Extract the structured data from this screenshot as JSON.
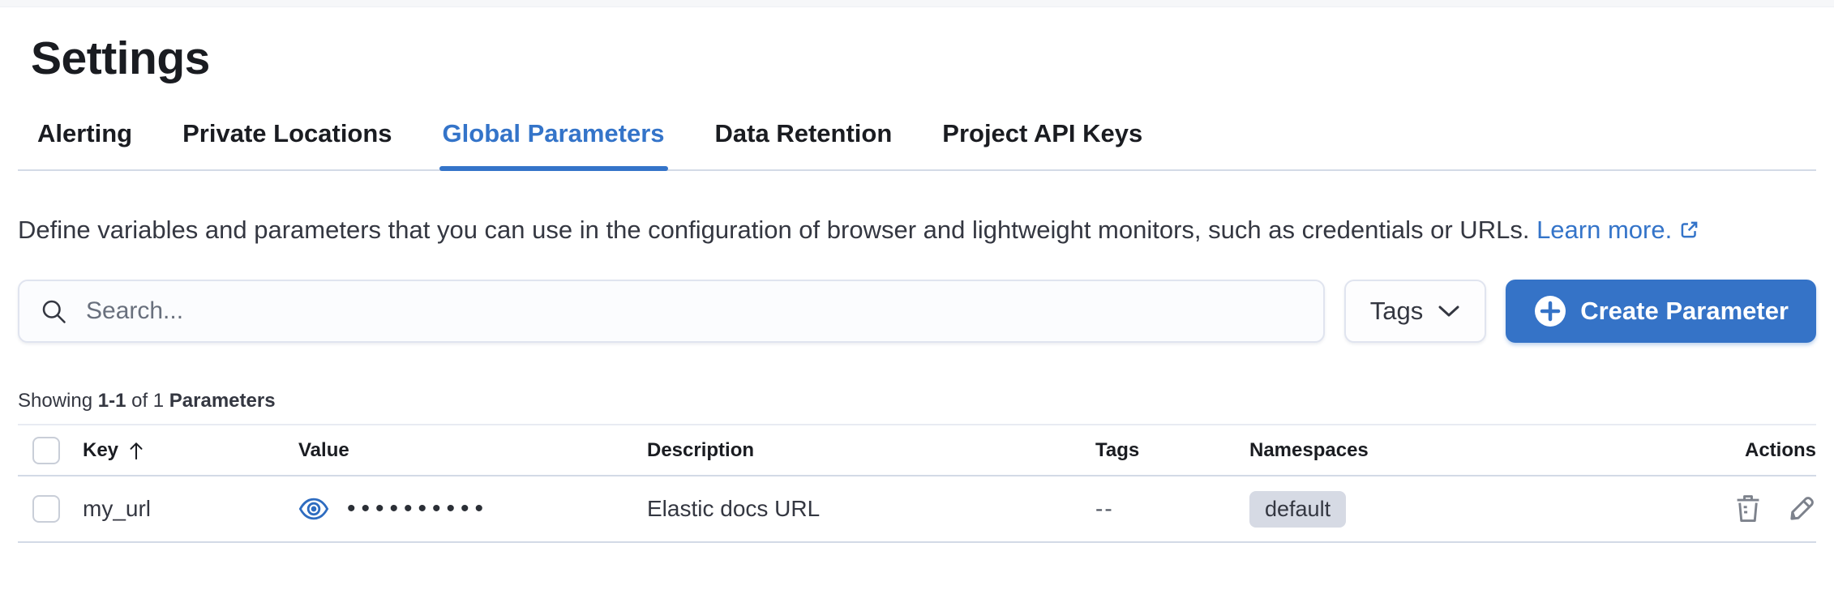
{
  "page": {
    "title": "Settings"
  },
  "tabs": [
    {
      "label": "Alerting",
      "active": false
    },
    {
      "label": "Private Locations",
      "active": false
    },
    {
      "label": "Global Parameters",
      "active": true
    },
    {
      "label": "Data Retention",
      "active": false
    },
    {
      "label": "Project API Keys",
      "active": false
    }
  ],
  "description": {
    "text": "Define variables and parameters that you can use in the configuration of browser and lightweight monitors, such as credentials or URLs.",
    "link_label": "Learn more."
  },
  "toolbar": {
    "search_placeholder": "Search...",
    "tags_label": "Tags",
    "create_label": "Create Parameter"
  },
  "summary": {
    "prefix": "Showing",
    "range": "1-1",
    "of": "of 1",
    "entity": "Parameters"
  },
  "table": {
    "columns": {
      "key": "Key",
      "value": "Value",
      "description": "Description",
      "tags": "Tags",
      "namespaces": "Namespaces",
      "actions": "Actions"
    },
    "rows": [
      {
        "key": "my_url",
        "value_masked": "••••••••••",
        "description": "Elastic docs URL",
        "tags": "--",
        "namespace": "default"
      }
    ]
  },
  "icons": {
    "search": "magnifier",
    "tags_chevron": "chevron-down",
    "create": "plus-in-circle",
    "learn_more": "external-link",
    "key_sort": "sort-ascending-arrow",
    "value_toggle": "eye",
    "delete": "trash",
    "edit": "pencil"
  },
  "colors": {
    "accent_blue": "#3474C9",
    "button_blue": "#3573C7",
    "border": "#D3DAE6",
    "badge_bg": "#D6DAE4",
    "text": "#343741",
    "heading": "#1A1C21",
    "muted": "#69707D"
  }
}
